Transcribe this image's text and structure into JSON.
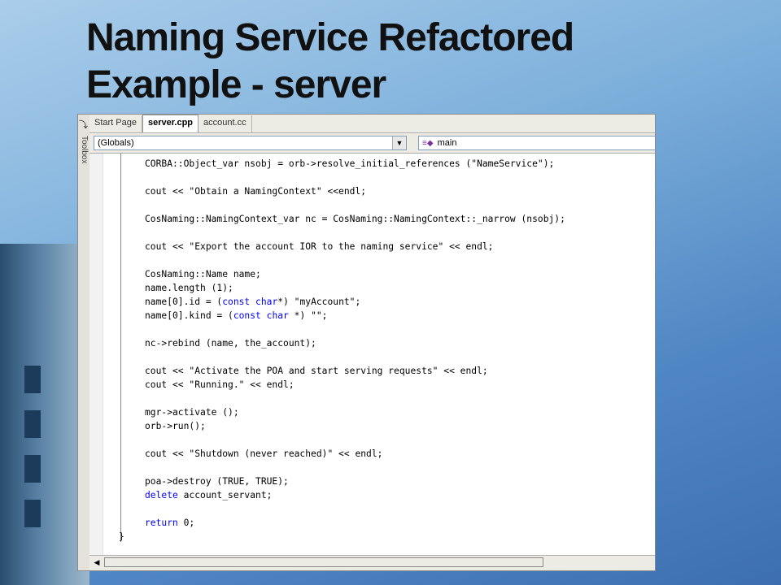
{
  "slide": {
    "title_line1": "Naming Service Refactored",
    "title_line2": "Example - server"
  },
  "ide": {
    "toolbox_label": "Toolbox",
    "tabs": [
      {
        "label": "Start Page",
        "active": false
      },
      {
        "label": "server.cpp",
        "active": true
      },
      {
        "label": "account.cc",
        "active": false
      }
    ],
    "scope_combo": "(Globals)",
    "member_combo": "main",
    "code_lines": [
      "CORBA::Object_var nsobj = orb->resolve_initial_references (\"NameService\");",
      "",
      "cout << \"Obtain a NamingContext\" <<endl;",
      "",
      "CosNaming::NamingContext_var nc = CosNaming::NamingContext::_narrow (nsobj);",
      "",
      "cout << \"Export the account IOR to the naming service\" << endl;",
      "",
      "CosNaming::Name name;",
      "name.length (1);",
      "name[0].id = (const char*) \"myAccount\";",
      "name[0].kind = (const char *) \"\";",
      "",
      "nc->rebind (name, the_account);",
      "",
      "cout << \"Activate the POA and start serving requests\" << endl;",
      "cout << \"Running.\" << endl;",
      "",
      "mgr->activate ();",
      "orb->run();",
      "",
      "cout << \"Shutdown (never reached)\" << endl;",
      "",
      "poa->destroy (TRUE, TRUE);",
      "delete account_servant;",
      "",
      "return 0;",
      "}"
    ]
  }
}
